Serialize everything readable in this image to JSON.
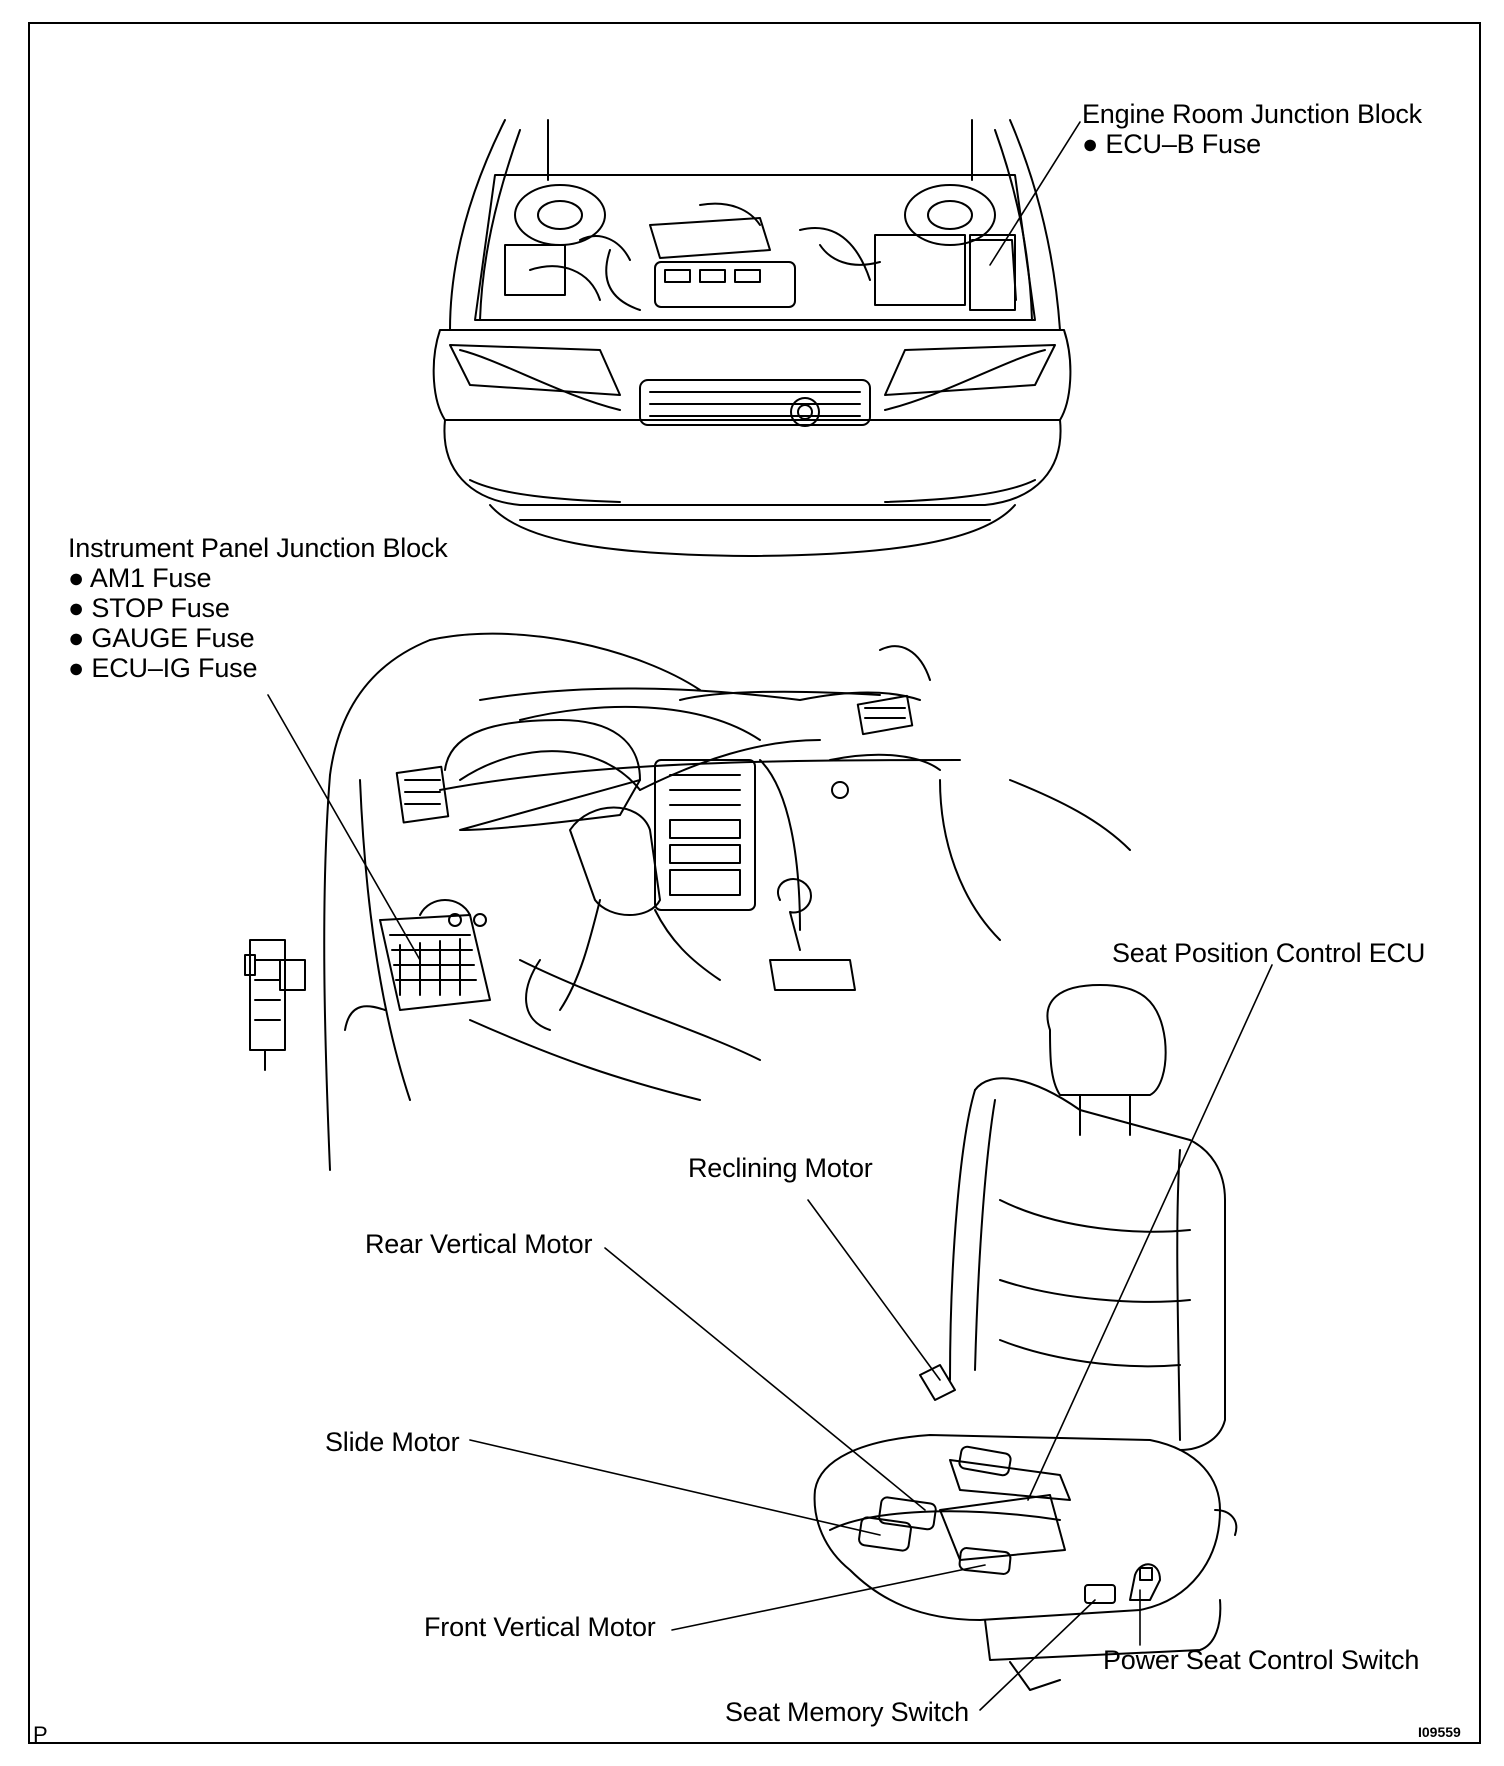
{
  "engine_room_jb": {
    "title": "Engine Room Junction Block",
    "items": [
      "● ECU–B Fuse"
    ]
  },
  "instrument_panel_jb": {
    "title": "Instrument Panel Junction Block",
    "items": [
      "● AM1 Fuse",
      "● STOP Fuse",
      "● GAUGE Fuse",
      "● ECU–IG Fuse"
    ]
  },
  "labels": {
    "seat_position_ecu": "Seat Position Control ECU",
    "reclining_motor": "Reclining Motor",
    "rear_vertical_motor": "Rear Vertical Motor",
    "slide_motor": "Slide Motor",
    "front_vertical_motor": "Front Vertical Motor",
    "power_seat_switch": "Power Seat Control Switch",
    "seat_memory_switch": "Seat Memory Switch"
  },
  "corner_mark": "P",
  "figure_code": "I09559"
}
